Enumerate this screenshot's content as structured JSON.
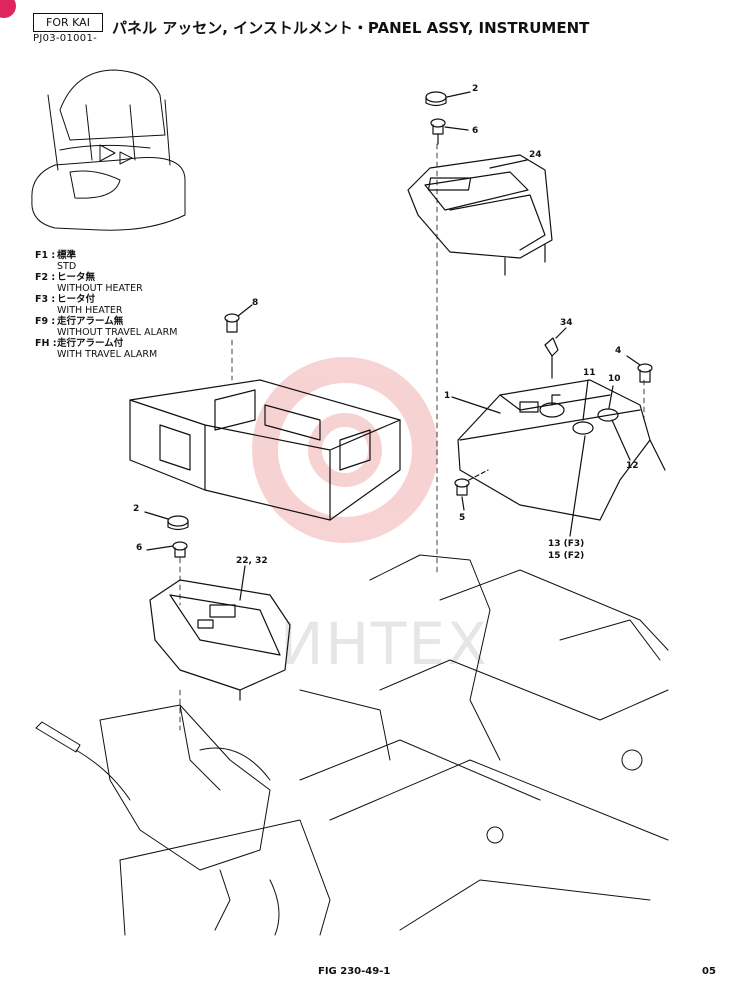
{
  "header": {
    "variant_tag": "FOR KAI",
    "code": "PJ03-01001-",
    "title": "パネル アッセン, インストルメント・PANEL ASSY, INSTRUMENT"
  },
  "legend": [
    {
      "key": "F1 :",
      "jp": "標準",
      "en": "STD"
    },
    {
      "key": "F2 :",
      "jp": "ヒータ無",
      "en": "WITHOUT HEATER"
    },
    {
      "key": "F3 :",
      "jp": "ヒータ付",
      "en": "WITH HEATER"
    },
    {
      "key": "F9 :",
      "jp": "走行アラーム無",
      "en": "WITHOUT TRAVEL ALARM"
    },
    {
      "key": "FH :",
      "jp": "走行アラーム付",
      "en": "WITH TRAVEL ALARM"
    }
  ],
  "callouts": {
    "c2a": "2",
    "c6a": "6",
    "c24": "24",
    "c8": "8",
    "c34": "34",
    "c4": "4",
    "c1": "1",
    "c11": "11",
    "c10": "10",
    "c12": "12",
    "c5": "5",
    "c13": "13 (F3)",
    "c15": "15 (F2)",
    "c2b": "2",
    "c6b": "6",
    "c22": "22, 32"
  },
  "watermark": "ИНТЕХ",
  "footer": {
    "fig": "FIG 230-49-1",
    "page": "05"
  }
}
